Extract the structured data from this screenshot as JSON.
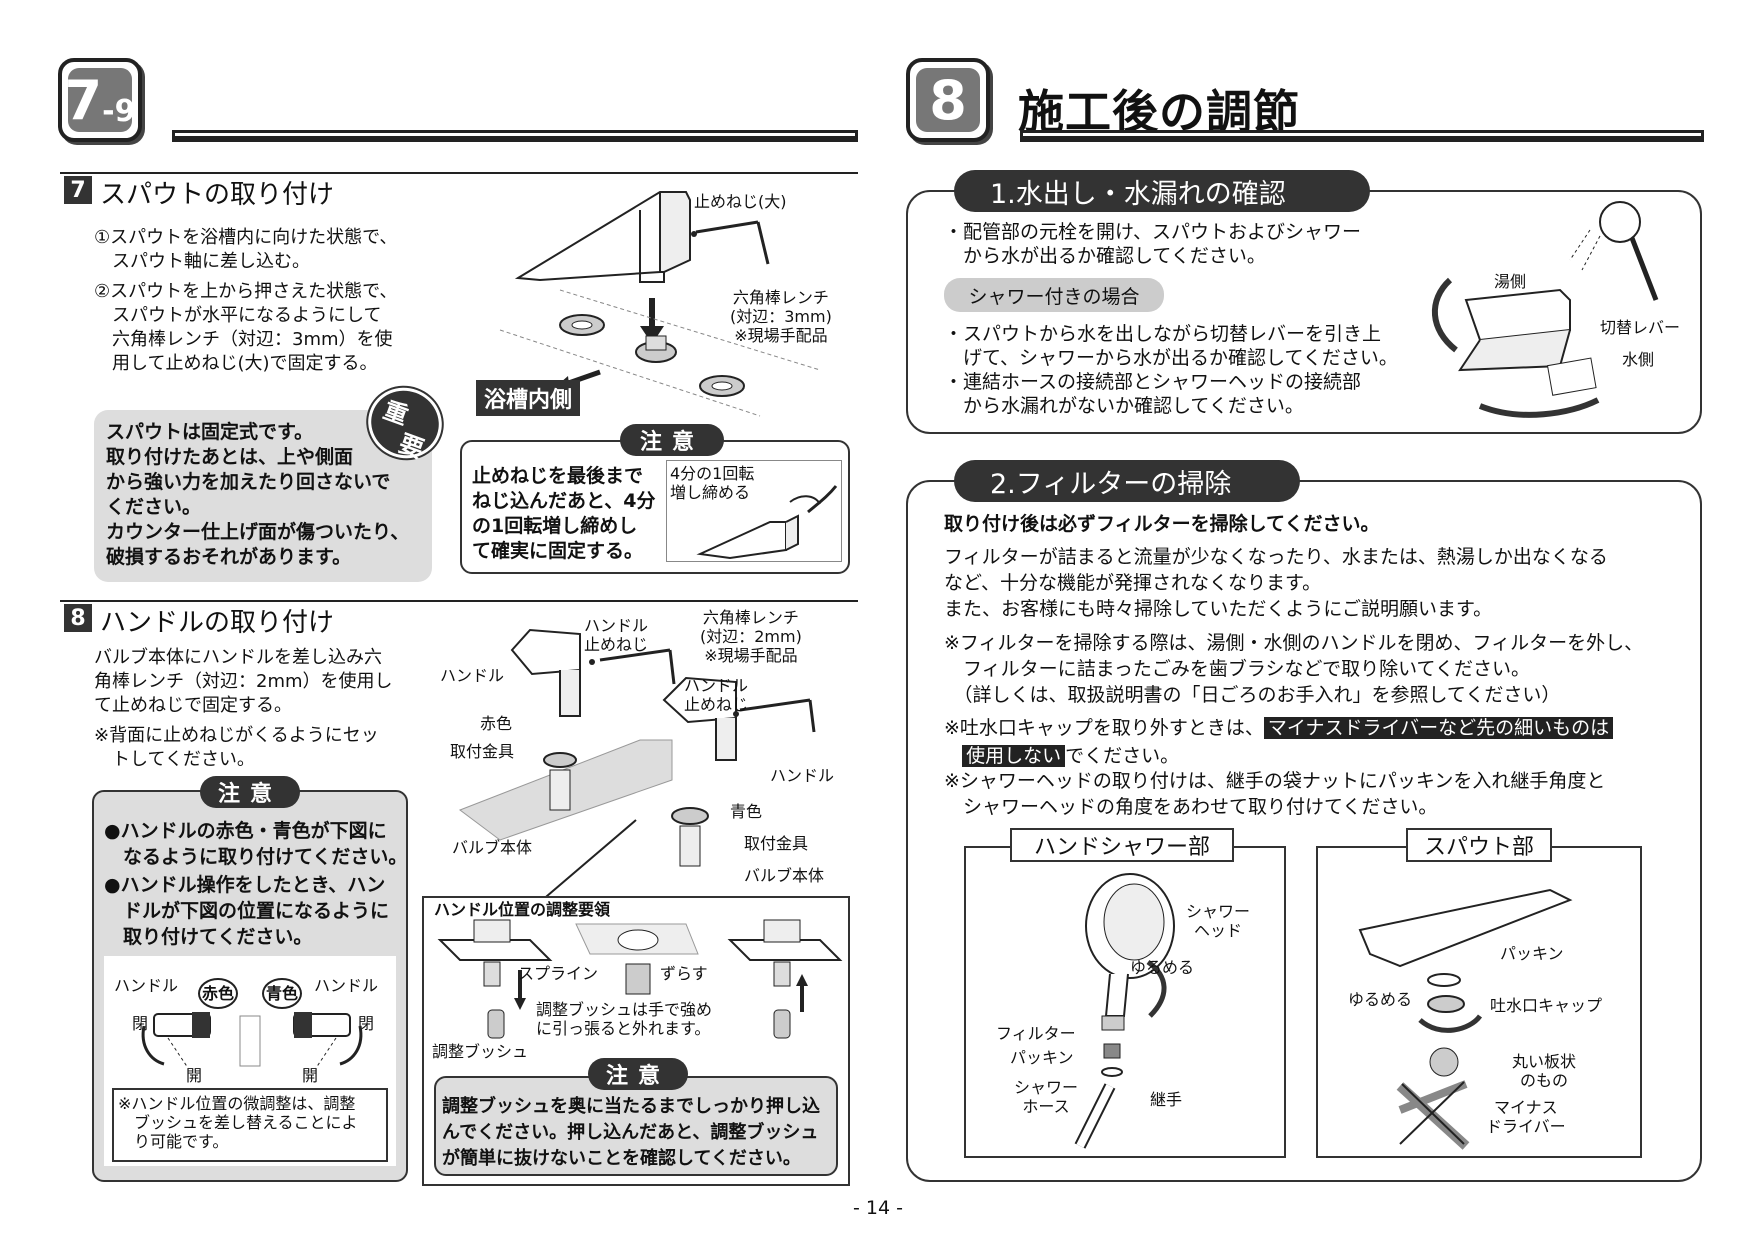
{
  "left": {
    "badge": {
      "num": "7",
      "sub": "-9"
    },
    "step7": {
      "num": "7",
      "title": "スパウトの取り付け",
      "instr1": "①スパウトを浴槽内に向けた状態で、\n　スパウト軸に差し込む。",
      "instr2": "②スパウトを上から押さえた状態で、\n　スパウトが水平になるようにして\n　六角棒レンチ（対辺：3mm）を使\n　用して止めねじ(大)で固定する。",
      "important_badge": [
        "重",
        "要"
      ],
      "important_text": "スパウトは固定式です。\n取り付けたあとは、上や側面\nから強い力を加えたり回さないで\nください。\nカウンター仕上げ面が傷ついたり、\n破損するおそれがあります。",
      "label_screw": "止めねじ(大)",
      "label_wrench": "六角棒レンチ\n(対辺：3mm)\n※現場手配品",
      "label_tub": "浴槽内側",
      "caution_title": "注意",
      "caution_text": "止めねじを最後まで\nねじ込んだあと、4分\nの1回転増し締めし\nて確実に固定する。",
      "caution_fig": "4分の1回転\n増し締める"
    },
    "step8": {
      "num": "8",
      "title": "ハンドルの取り付け",
      "instr": "バルブ本体にハンドルを差し込み六\n角棒レンチ（対辺：2mm）を使用し\nて止めねじで固定する。",
      "note": "※背面に止めねじがくるようにセッ\n　トしてください。",
      "caution_title": "注意",
      "caution_1": "●ハンドルの赤色・青色が下図に\n　なるように取り付けてください。",
      "caution_2": "●ハンドル操作をしたとき、ハン\n　ドルが下図の位置になるように\n　取り付けてください。",
      "fig_handle": "ハンドル",
      "fig_red": "赤色",
      "fig_blue": "青色",
      "fig_close": "閉",
      "fig_open": "開",
      "fig_note": "※ハンドル位置の微調整は、調整\n　ブッシュを差し替えることによ\n　り可能です。",
      "labels": {
        "handle_screw": "ハンドル\n止めねじ",
        "wrench": "六角棒レンチ\n(対辺：2mm)\n※現場手配品",
        "handle_screw2": "ハンドル\n止めねじ",
        "handle": "ハンドル",
        "red": "赤色",
        "fitting": "取付金具",
        "valve": "バルブ本体",
        "handle2": "ハンドル",
        "blue": "青色",
        "fitting2": "取付金具",
        "valve2": "バルブ本体"
      },
      "adjust_title": "ハンドル位置の調整要領",
      "spline": "スプライン",
      "shift": "ずらす",
      "bush": "調整ブッシュ",
      "bush_note": "調整ブッシュは手で強め\nに引っ張ると外れます。",
      "caution2_title": "注意",
      "caution2_text": "調整ブッシュを奥に当たるまでしっかり押し込\nんでください。押し込んだあと、調整ブッシュ\nが簡単に抜けないことを確認してください。"
    }
  },
  "right": {
    "badge": {
      "num": "8"
    },
    "title": "施工後の調節",
    "sec1": {
      "title": "1.水出し・水漏れの確認",
      "text1": "・配管部の元栓を開け、スパウトおよびシャワー\n　から水が出るか確認してください。",
      "pill": "シャワー付きの場合",
      "text2": "・スパウトから水を出しながら切替レバーを引き上\n　げて、シャワーから水が出るか確認してください。\n・連結ホースの接続部とシャワーヘッドの接続部\n　から水漏れがないか確認してください。",
      "label_hot": "湯側",
      "label_lever": "切替レバー",
      "label_cold": "水側"
    },
    "sec2": {
      "title": "2.フィルターの掃除",
      "bold_text": "取り付け後は必ずフィルターを掃除してください。",
      "text1": "フィルターが詰まると流量が少なくなったり、水または、熱湯しか出なくなる\nなど、十分な機能が発揮されなくなります。\nまた、お客様にも時々掃除していただくようにご説明願います。",
      "note1": "※フィルターを掃除する際は、湯側・水側のハンドルを閉め、フィルターを外し、\n　フィルターに詰まったごみを歯ブラシなどで取り除いてください。\n　（詳しくは、取扱説明書の「日ごろのお手入れ」を参照してください）",
      "note2_pre": "※吐水口キャップを取り外すときは、",
      "note2_hl1": "マイナスドライバーなど先の細いものは",
      "note2_hl2": "使用しない",
      "note2_post": "でください。",
      "note3": "※シャワーヘッドの取り付けは、継手の袋ナットにパッキンを入れ継手角度と\n　シャワーヘッドの角度をあわせて取り付けてください。",
      "box1_title": "ハンドシャワー部",
      "box1_labels": {
        "head": "シャワー\nヘッド",
        "loosen": "ゆるめる",
        "filter": "フィルター",
        "packing": "パッキン",
        "hose": "シャワー\nホース",
        "joint": "継手"
      },
      "box2_title": "スパウト部",
      "box2_labels": {
        "packing": "パッキン",
        "loosen": "ゆるめる",
        "cap": "吐水口キャップ",
        "plate": "丸い板状\nのもの",
        "driver": "マイナス\nドライバー"
      }
    }
  },
  "page_number": "- 14 -"
}
